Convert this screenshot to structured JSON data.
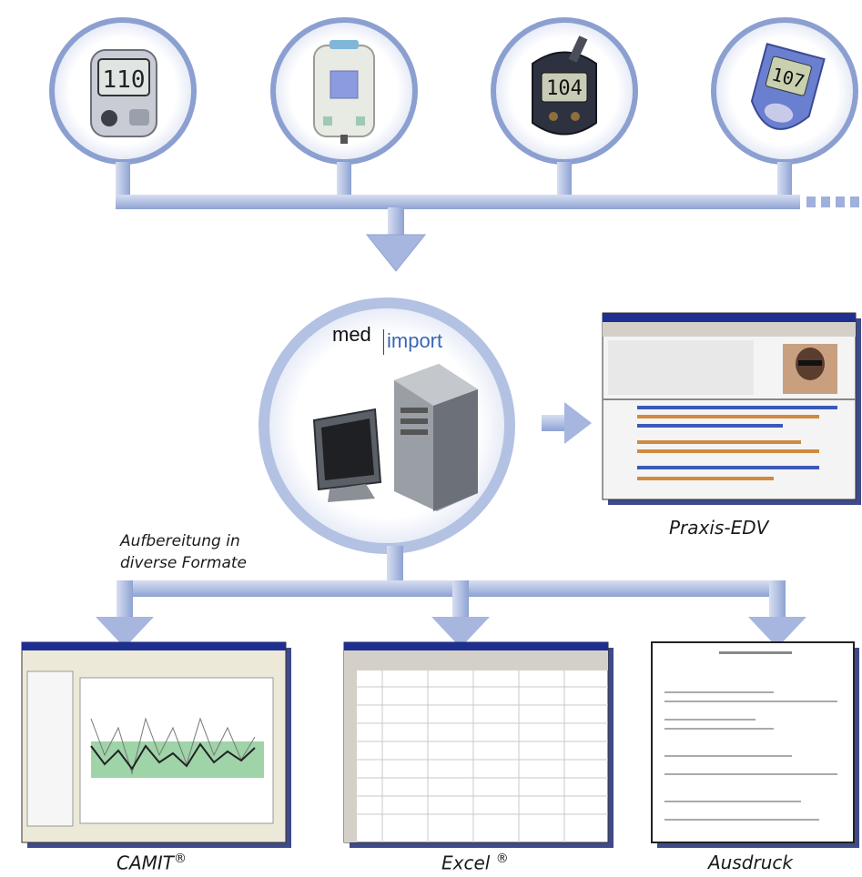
{
  "logo": {
    "med": "med",
    "import": "import"
  },
  "labels": {
    "praxis": "Praxis-EDV",
    "aufbereitung_line1": "Aufbereitung in",
    "aufbereitung_line2": "diverse Formate",
    "camit": "CAMIT",
    "excel": "Excel",
    "ausdruck": "Ausdruck",
    "registered": "®"
  },
  "devices": [
    {
      "name": "glucometer-1",
      "reading": "110"
    },
    {
      "name": "glucometer-2",
      "reading": ""
    },
    {
      "name": "glucometer-3",
      "reading": "104"
    },
    {
      "name": "glucometer-4",
      "reading": "107"
    }
  ],
  "colors": {
    "connector": "#b9c6e4",
    "connector_dark": "#8ea2d2",
    "circle_border": "#8b9fd0",
    "logo_blue": "#3a67b5"
  }
}
